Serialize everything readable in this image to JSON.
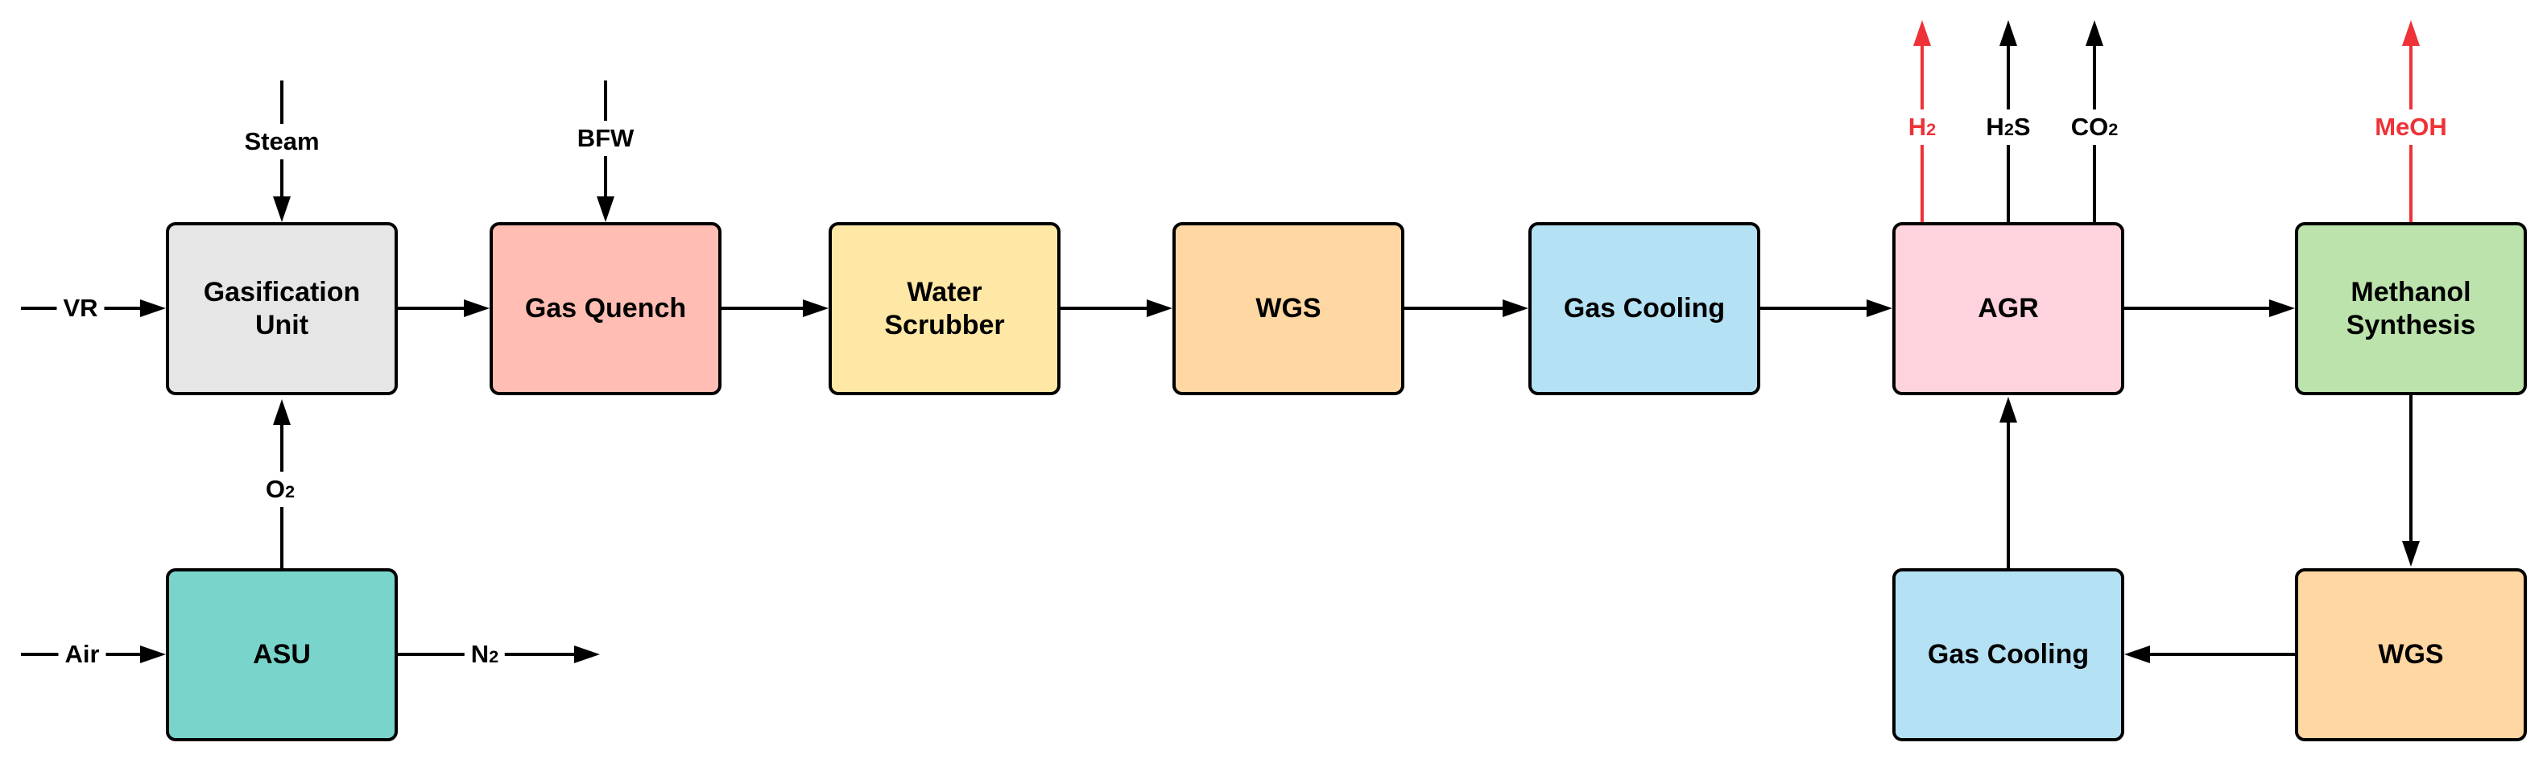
{
  "diagram_type": "process-flow-diagram",
  "colors": {
    "background": "#FFFFFF",
    "line_black": "#000000",
    "accent_red": "#EE3237"
  },
  "nodes": [
    {
      "id": "gasification-unit",
      "label": "Gasification\nUnit",
      "fill": "#E6E6E6"
    },
    {
      "id": "gas-quench",
      "label": "Gas Quench",
      "fill": "#FFBDB3"
    },
    {
      "id": "water-scrubber",
      "label": "Water\nScrubber",
      "fill": "#FFE8A5"
    },
    {
      "id": "wgs-1",
      "label": "WGS",
      "fill": "#FED7A2"
    },
    {
      "id": "gas-cooling-1",
      "label": "Gas Cooling",
      "fill": "#B5E1F4"
    },
    {
      "id": "agr",
      "label": "AGR",
      "fill": "#FED3DE"
    },
    {
      "id": "methanol-synthesis",
      "label": "Methanol\nSynthesis",
      "fill": "#BBE3AB"
    },
    {
      "id": "asu",
      "label": "ASU",
      "fill": "#79D5CB"
    },
    {
      "id": "gas-cooling-2",
      "label": "Gas Cooling",
      "fill": "#B5E1F4"
    },
    {
      "id": "wgs-2",
      "label": "WGS",
      "fill": "#FED7A2"
    }
  ],
  "streams": [
    {
      "id": "vr",
      "segments": [
        {
          "t": "VR"
        }
      ],
      "color": "#000000"
    },
    {
      "id": "steam",
      "segments": [
        {
          "t": "Steam"
        }
      ],
      "color": "#000000"
    },
    {
      "id": "bfw",
      "segments": [
        {
          "t": "BFW"
        }
      ],
      "color": "#000000"
    },
    {
      "id": "o2",
      "segments": [
        {
          "t": "O"
        },
        {
          "t": "2",
          "sub": true
        }
      ],
      "color": "#000000"
    },
    {
      "id": "air",
      "segments": [
        {
          "t": "Air"
        }
      ],
      "color": "#000000"
    },
    {
      "id": "n2",
      "segments": [
        {
          "t": "N"
        },
        {
          "t": "2",
          "sub": true
        }
      ],
      "color": "#000000"
    },
    {
      "id": "h2",
      "segments": [
        {
          "t": "H"
        },
        {
          "t": "2",
          "sub": true
        }
      ],
      "color": "#EE3237"
    },
    {
      "id": "h2s",
      "segments": [
        {
          "t": "H"
        },
        {
          "t": "2",
          "sub": true
        },
        {
          "t": "S"
        }
      ],
      "color": "#000000"
    },
    {
      "id": "co2",
      "segments": [
        {
          "t": "CO"
        },
        {
          "t": "2",
          "sub": true
        }
      ],
      "color": "#000000"
    },
    {
      "id": "meoh",
      "segments": [
        {
          "t": "MeOH"
        }
      ],
      "color": "#EE3237"
    }
  ],
  "edges": [
    {
      "from": "vr-inlet",
      "to": "gasification-unit",
      "stream": "VR"
    },
    {
      "from": "steam-inlet",
      "to": "gasification-unit",
      "stream": "Steam"
    },
    {
      "from": "asu",
      "to": "gasification-unit",
      "stream": "O2"
    },
    {
      "from": "air-inlet",
      "to": "asu",
      "stream": "Air"
    },
    {
      "from": "asu",
      "to": "n2-outlet",
      "stream": "N2"
    },
    {
      "from": "bfw-inlet",
      "to": "gas-quench",
      "stream": "BFW"
    },
    {
      "from": "gasification-unit",
      "to": "gas-quench"
    },
    {
      "from": "gas-quench",
      "to": "water-scrubber"
    },
    {
      "from": "water-scrubber",
      "to": "wgs-1"
    },
    {
      "from": "wgs-1",
      "to": "gas-cooling-1"
    },
    {
      "from": "gas-cooling-1",
      "to": "agr"
    },
    {
      "from": "agr",
      "to": "h2-outlet",
      "stream": "H2"
    },
    {
      "from": "agr",
      "to": "h2s-outlet",
      "stream": "H2S"
    },
    {
      "from": "agr",
      "to": "co2-outlet",
      "stream": "CO2"
    },
    {
      "from": "agr",
      "to": "methanol-synthesis"
    },
    {
      "from": "methanol-synthesis",
      "to": "meoh-outlet",
      "stream": "MeOH"
    },
    {
      "from": "methanol-synthesis",
      "to": "wgs-2"
    },
    {
      "from": "wgs-2",
      "to": "gas-cooling-2"
    },
    {
      "from": "gas-cooling-2",
      "to": "agr"
    }
  ]
}
